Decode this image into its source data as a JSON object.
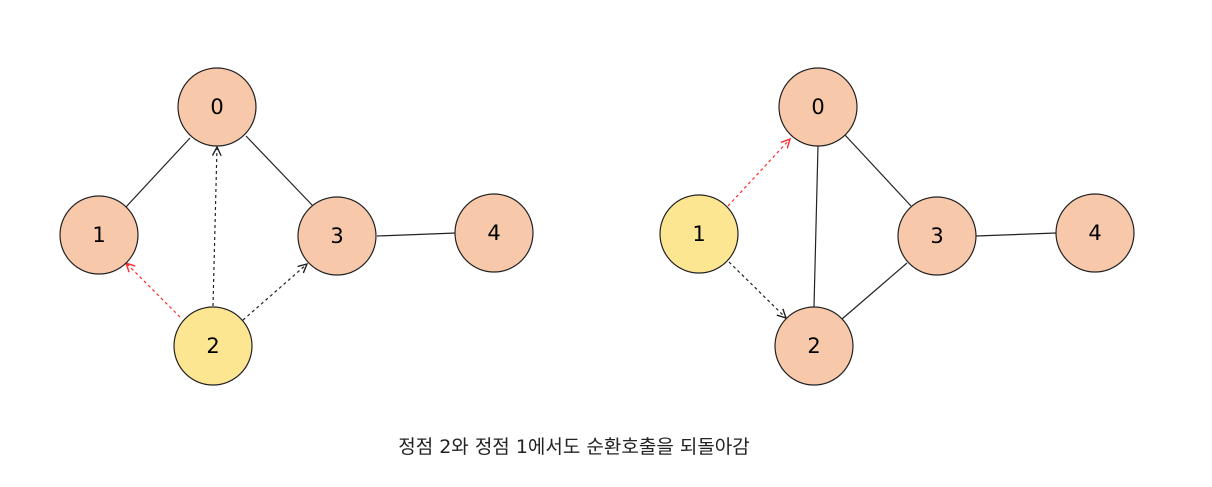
{
  "colors": {
    "node_default": "#f8c8ab",
    "node_highlight": "#fde692",
    "stroke": "#222222",
    "edge_solid": "#222222",
    "edge_dotted_black": "#222222",
    "edge_dotted_red": "#ff2a2a"
  },
  "graphs": [
    {
      "nodes": [
        {
          "label": "0",
          "highlight": false
        },
        {
          "label": "1",
          "highlight": false
        },
        {
          "label": "3",
          "highlight": false
        },
        {
          "label": "4",
          "highlight": false
        },
        {
          "label": "2",
          "highlight": true
        }
      ]
    },
    {
      "nodes": [
        {
          "label": "0",
          "highlight": false
        },
        {
          "label": "1",
          "highlight": true
        },
        {
          "label": "3",
          "highlight": false
        },
        {
          "label": "4",
          "highlight": false
        },
        {
          "label": "2",
          "highlight": false
        }
      ]
    }
  ],
  "caption": "정점 2와 정점 1에서도 순환호출을 되돌아감"
}
